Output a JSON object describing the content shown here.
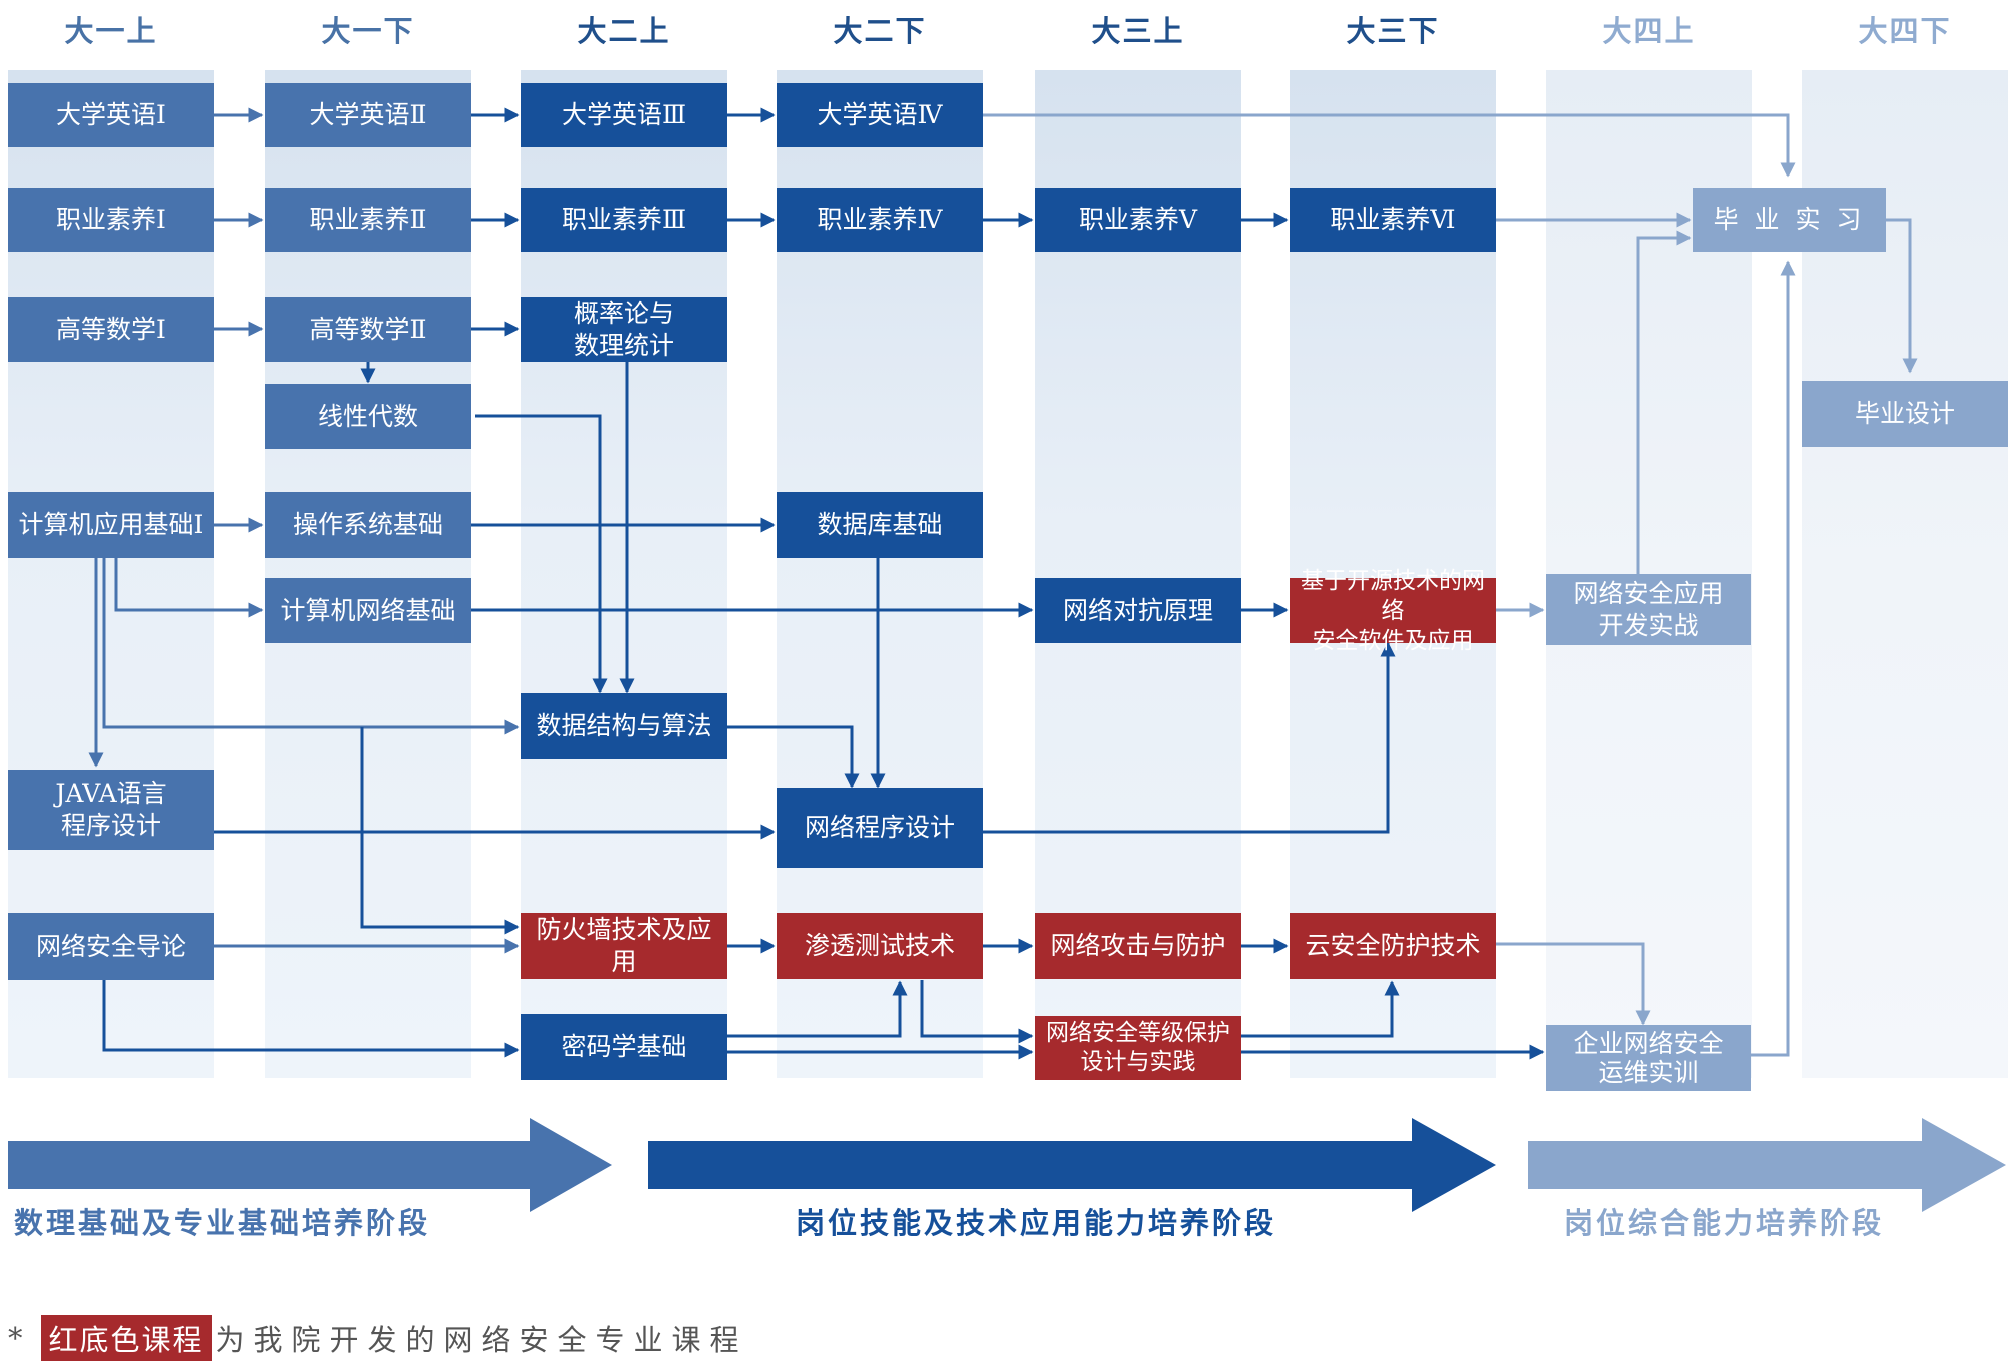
{
  "semesters": [
    "大一上",
    "大一下",
    "大二上",
    "大二下",
    "大三上",
    "大三下",
    "大四上",
    "大四下"
  ],
  "courses": {
    "english1": "大学英语Ⅰ",
    "english2": "大学英语Ⅱ",
    "english3": "大学英语Ⅲ",
    "english4": "大学英语Ⅳ",
    "career1": "职业素养Ⅰ",
    "career2": "职业素养Ⅱ",
    "career3": "职业素养Ⅲ",
    "career4": "职业素养Ⅳ",
    "career5": "职业素养Ⅴ",
    "career6": "职业素养Ⅵ",
    "math1": "高等数学Ⅰ",
    "math2": "高等数学Ⅱ",
    "probability": "概率论与\n数理统计",
    "linear": "线性代数",
    "computer1": "计算机应用基础Ⅰ",
    "os": "操作系统基础",
    "database": "数据库基础",
    "network_basics": "计算机网络基础",
    "net_confront": "网络对抗原理",
    "opensource": "基于开源技术的网络\n安全软件及应用",
    "sec_dev": "网络安全应用\n开发实战",
    "internship": "毕 业 实 习",
    "thesis": "毕业设计",
    "datastruct": "数据结构与算法",
    "java": "JAVA语言\n程序设计",
    "net_prog": "网络程序设计",
    "sec_intro": "网络安全导论",
    "firewall": "防火墙技术及应用",
    "pentest": "渗透测试技术",
    "net_attack": "网络攻击与防护",
    "cloud_sec": "云安全防护技术",
    "crypto": "密码学基础",
    "level_protect": "网络安全等级保护\n设计与实践",
    "enterprise_ops": "企业网络安全\n运维实训"
  },
  "stages": [
    {
      "label": "数理基础及专业基础培养阶段",
      "color": "#4873ad"
    },
    {
      "label": "岗位技能及技术应用能力培养阶段",
      "color": "#16509a"
    },
    {
      "label": "岗位综合能力培养阶段",
      "color": "#8aa6cc"
    }
  ],
  "note": {
    "star": "*",
    "tag": "红底色课程",
    "text": "为我院开发的网络安全专业课程"
  },
  "colors": {
    "foundation": "#4873ad",
    "skill": "#16509a",
    "comprehensive": "#8aa6cc",
    "school_developed": "#a62a2d"
  }
}
